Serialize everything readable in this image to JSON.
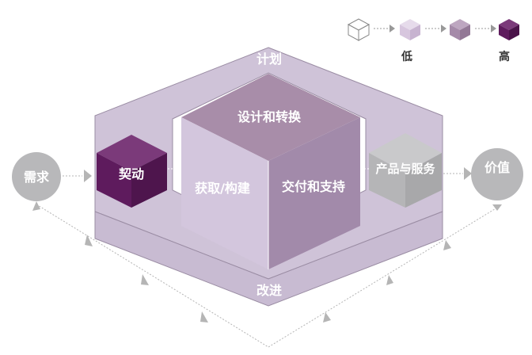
{
  "legend": {
    "low_label": "低",
    "high_label": "高",
    "levels": [
      {
        "name": "level-1",
        "color": "#ffffff"
      },
      {
        "name": "level-2",
        "color": "#d7c6de"
      },
      {
        "name": "level-3",
        "color": "#a58aa9"
      },
      {
        "name": "level-4",
        "color": "#5e1b5d"
      }
    ]
  },
  "nodes": {
    "demand": "需求",
    "value": "价值",
    "plan": "计划",
    "improve": "改进",
    "engage": "契动",
    "design_transition": "设计和转换",
    "obtain_build": "获取/构建",
    "deliver_support": "交付和支持",
    "products_services": "产品与服务"
  },
  "colors": {
    "frame": "#cfc3d8",
    "frame_edge": "#9a8ca3",
    "cube_top": "#a88da9",
    "cube_left": "#d3c6dd",
    "cube_right": "#a28aaa",
    "engage": "#5e1b5d",
    "products": "#b5b5b7",
    "circle": "#b8b8ba"
  }
}
